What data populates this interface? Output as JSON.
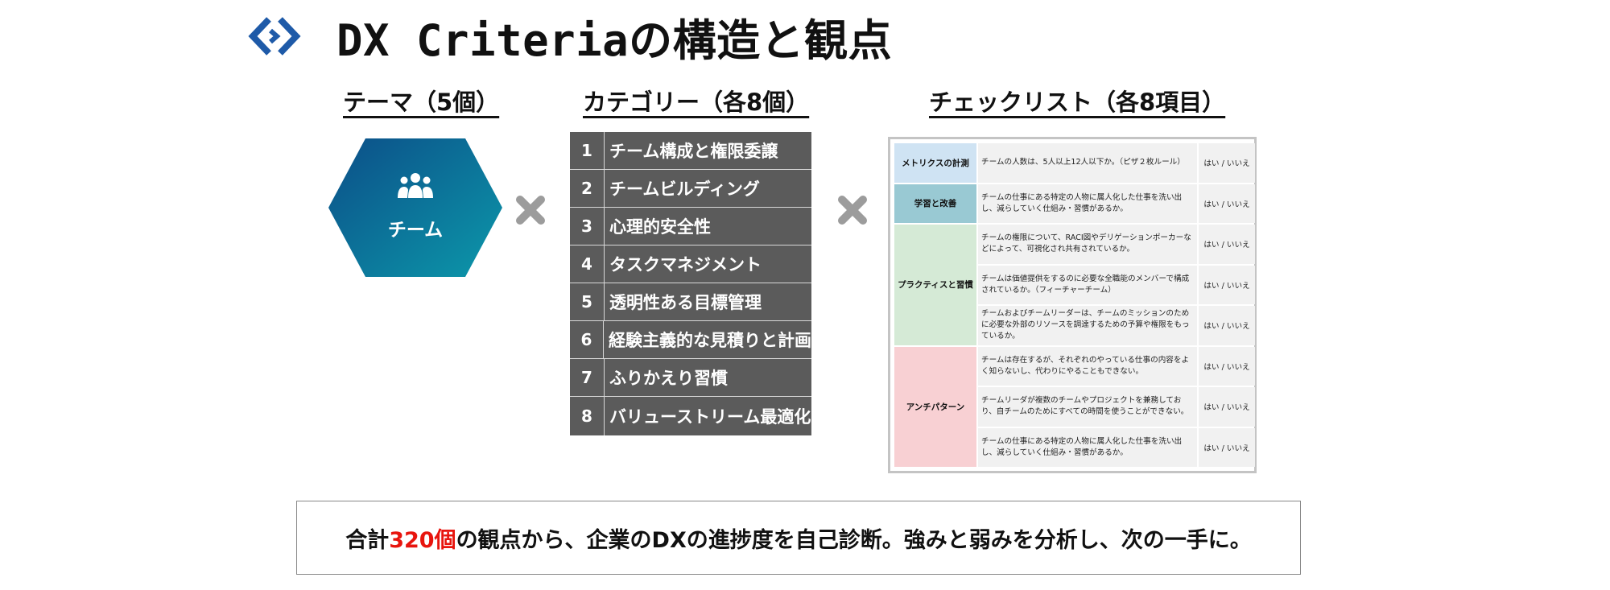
{
  "title": "DX Criteriaの構造と観点",
  "colors": {
    "accent_blue": "#1e5aa8",
    "hex_start": "#0c4e88",
    "hex_end": "#0c93a8",
    "category_bg": "#5b5b5b",
    "times": "#9c9c9c",
    "highlight": "#e8150e"
  },
  "icons": {
    "logo": "chevrons-logo-icon",
    "team": "team-people-icon",
    "multiply": "multiply-icon"
  },
  "sections": {
    "theme_header": "テーマ（5個）",
    "category_header": "カテゴリー（各8個）",
    "checklist_header": "チェックリスト（各8項目）"
  },
  "theme": {
    "label": "チーム"
  },
  "categories": [
    {
      "num": "1",
      "label": "チーム構成と権限委譲"
    },
    {
      "num": "2",
      "label": "チームビルディング"
    },
    {
      "num": "3",
      "label": "心理的安全性"
    },
    {
      "num": "4",
      "label": "タスクマネジメント"
    },
    {
      "num": "5",
      "label": "透明性ある目標管理"
    },
    {
      "num": "6",
      "label": "経験主義的な見積りと計画"
    },
    {
      "num": "7",
      "label": "ふりかえり習慣"
    },
    {
      "num": "8",
      "label": "バリューストリーム最適化"
    }
  ],
  "checklist": {
    "groups": [
      {
        "name": "メトリクスの計測",
        "color": "#cfe3f3",
        "rows": 1
      },
      {
        "name": "学習と改善",
        "color": "#99c9d3",
        "rows": 1
      },
      {
        "name": "プラクティスと習慣",
        "color": "#d5ead6",
        "rows": 3
      },
      {
        "name": "アンチパターン",
        "color": "#f8d0d3",
        "rows": 3
      }
    ],
    "items": [
      "チームの人数は、5人以上12人以下か。（ピザ２枚ルール）",
      "チームの仕事にある特定の人物に属人化した仕事を洗い出し、減らしていく仕組み・習慣があるか。",
      "チームの権限について、RACI図やデリゲーションポーカーなどによって、可視化され共有されているか。",
      "チームは価値提供をするのに必要な全職能のメンバーで構成されているか。（フィーチャーチーム）",
      "チームおよびチームリーダーは、チームのミッションのために必要な外部のリソースを調達するための予算や権限をもっているか。",
      "チームは存在するが、それぞれのやっている仕事の内容をよく知らないし、代わりにやることもできない。",
      "チームリーダが複数のチームやプロジェクトを兼務しており、自チームのためにすべての時間を使うことができない。",
      "チームの仕事にある特定の人物に属人化した仕事を洗い出し、減らしていく仕組み・習慣があるか。"
    ],
    "answer": "はい / いいえ"
  },
  "summary": {
    "prefix": "合計",
    "highlight": "320個",
    "suffix": "の観点から、企業のDXの進捗度を自己診断。強みと弱みを分析し、次の一手に。"
  }
}
